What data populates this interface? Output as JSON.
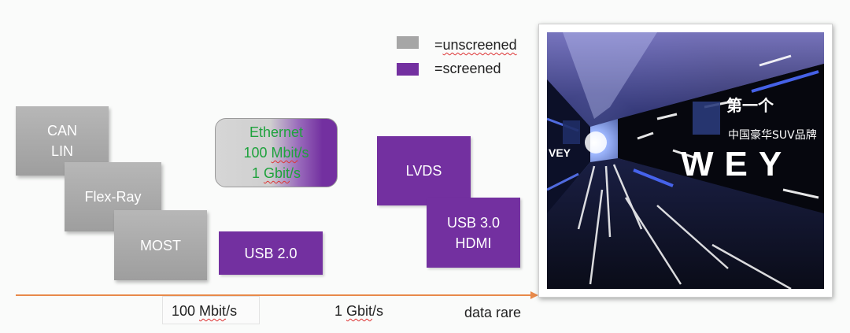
{
  "legend": {
    "unscreened_label": "=unscreened",
    "screened_label": "=screened",
    "colors": {
      "unscreened": "#a6a6a6",
      "screened": "#7330a0"
    }
  },
  "boxes": {
    "can_lin": {
      "line1": "CAN",
      "line2": "LIN"
    },
    "flexray": {
      "label": "Flex-Ray"
    },
    "most": {
      "label": "MOST"
    },
    "ethernet": {
      "line1": "Ethernet",
      "line2": "100 Mbit/s",
      "line3": "1 Gbit/s"
    },
    "usb2": {
      "label": "USB 2.0"
    },
    "lvds": {
      "label": "LVDS"
    },
    "usb3_hdmi": {
      "line1": "USB 3.0",
      "line2": "HDMI"
    }
  },
  "axis": {
    "tick_100": "100 Mbit/s",
    "tick_1g": "1 Gbit/s",
    "end_label": "data rare",
    "color": "#e8894a"
  },
  "photo": {
    "sign_text": "WEY",
    "chinese_title": "第一个",
    "chinese_subtitle": "中国豪华SUV品牌"
  }
}
